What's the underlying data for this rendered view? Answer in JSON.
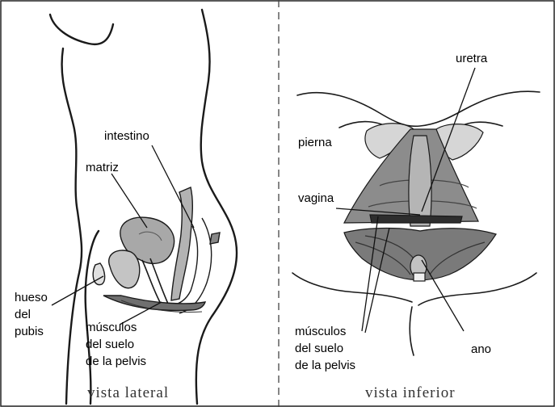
{
  "left_panel": {
    "labels": {
      "intestino": "intestino",
      "matriz": "matriz",
      "hueso_line1": "hueso",
      "hueso_line2": "del",
      "hueso_line3": "pubis",
      "musculos_line1": "músculos",
      "musculos_line2": "del suelo",
      "musculos_line3": "de la pelvis"
    },
    "caption": "vista lateral"
  },
  "right_panel": {
    "labels": {
      "uretra": "uretra",
      "pierna": "pierna",
      "vagina": "vagina",
      "musculos_line1": "músculos",
      "musculos_line2": "del suelo",
      "musculos_line3": "de la pelvis",
      "ano": "ano"
    },
    "caption": "vista inferior"
  },
  "colors": {
    "outline": "#1a1a1a",
    "muscle_dark": "#7a7a7a",
    "muscle_light": "#bdbdbd",
    "organ_fill": "#a8a8a8"
  }
}
